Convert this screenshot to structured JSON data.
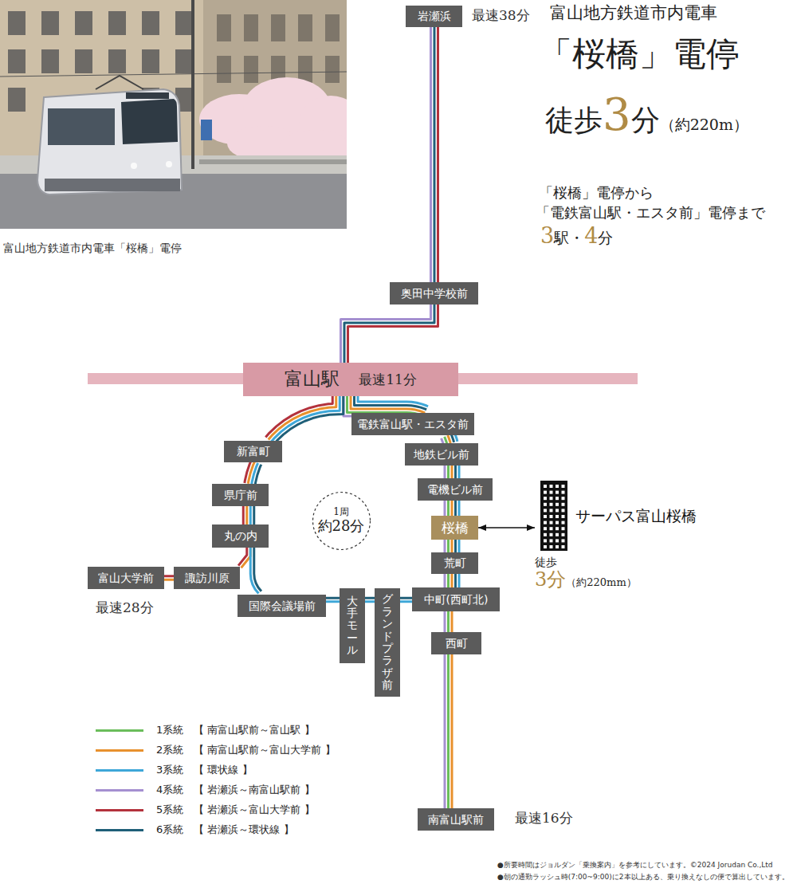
{
  "diagram": {
    "title": "「桜橋」電停",
    "caption": "富山地方鉄道市内電車「桜橋」電停",
    "nodes": [
      {
        "text": [
          "岩瀬浜"
        ]
      },
      {
        "text": [
          "奥田中学校前"
        ]
      },
      {
        "text": [
          "富山駅",
          "最速11分"
        ]
      },
      {
        "text": [
          "電鉄富山駅・エスタ前"
        ]
      },
      {
        "text": [
          "新富町"
        ]
      },
      {
        "text": [
          "地鉄ビル前"
        ]
      },
      {
        "text": [
          "電機ビル前"
        ]
      },
      {
        "text": [
          "県庁前"
        ]
      },
      {
        "text": [
          "1周",
          "約28分"
        ]
      },
      {
        "text": [
          "桜橋"
        ]
      },
      {
        "text": [
          "サーパス富山桜橋"
        ]
      },
      {
        "text": [
          "丸の内"
        ]
      },
      {
        "text": [
          "荒町"
        ]
      },
      {
        "text": [
          "富山大学前"
        ]
      },
      {
        "text": [
          "諏訪川原"
        ]
      },
      {
        "text": [
          "中町(西町北)"
        ]
      },
      {
        "text": [
          "国際会議場前"
        ]
      },
      {
        "text": [
          "大手モール"
        ]
      },
      {
        "text": [
          "グランドプラザ前"
        ]
      },
      {
        "text": [
          "西町"
        ]
      },
      {
        "text": [
          "南富山駅前"
        ]
      }
    ],
    "edges": [
      {
        "from": 0,
        "to": 1,
        "arrow": "none"
      },
      {
        "from": 1,
        "to": 2,
        "arrow": "none"
      },
      {
        "from": 2,
        "to": 3,
        "arrow": "none"
      },
      {
        "from": 3,
        "to": 5,
        "arrow": "none"
      },
      {
        "from": 5,
        "to": 6,
        "arrow": "none"
      },
      {
        "from": 6,
        "to": 9,
        "arrow": "none"
      },
      {
        "from": 9,
        "to": 12,
        "arrow": "none"
      },
      {
        "from": 12,
        "to": 15,
        "arrow": "none"
      },
      {
        "from": 15,
        "to": 19,
        "arrow": "none"
      },
      {
        "from": 19,
        "to": 20,
        "arrow": "none"
      },
      {
        "from": 2,
        "to": 4,
        "arrow": "none"
      },
      {
        "from": 4,
        "to": 7,
        "arrow": "none"
      },
      {
        "from": 7,
        "to": 11,
        "arrow": "none"
      },
      {
        "from": 11,
        "to": 14,
        "arrow": "none"
      },
      {
        "from": 14,
        "to": 13,
        "arrow": "none"
      },
      {
        "from": 11,
        "to": 16,
        "arrow": "none"
      },
      {
        "from": 16,
        "to": 17,
        "arrow": "none"
      },
      {
        "from": 17,
        "to": 18,
        "arrow": "none"
      },
      {
        "from": 18,
        "to": 15,
        "arrow": "none"
      },
      {
        "from": 9,
        "to": 10,
        "arrow": "both"
      }
    ],
    "labels": [
      "最速38分",
      "富山地方鉄道市内電車",
      "徒歩",
      "3",
      "分",
      "（約220m）",
      "「桜橋」電停から",
      "「電鉄富山駅・エスタ前」電停まで",
      "3",
      "駅・",
      "4",
      "分",
      "最速28分",
      "徒歩",
      "3分",
      "（約220mm）",
      "最速16分",
      "●所要時間はジョルダン「乗換案内」を参考にしています。©2024 Jorudan Co.,Ltd",
      "●朝の通勤ラッシュ時(7:00~9:00)に2本以上ある、乗り換えなしの便で算出しています。"
    ],
    "legend": [
      {
        "text": "1系統　【 南富山駅前～富山駅 】",
        "color": "#6bbd5b"
      },
      {
        "text": "2系統　【 南富山駅前～富山大学前 】",
        "color": "#e8912d"
      },
      {
        "text": "3系統　【 環状線 】",
        "color": "#3ea7d8"
      },
      {
        "text": "4系統　【 岩瀬浜～南富山駅前 】",
        "color": "#a58fd0"
      },
      {
        "text": "5系統　【 岩瀬浜～富山大学前 】",
        "color": "#b3323c"
      },
      {
        "text": "6系統　【 岩瀬浜～環状線 】",
        "color": "#1f5f78"
      }
    ]
  }
}
